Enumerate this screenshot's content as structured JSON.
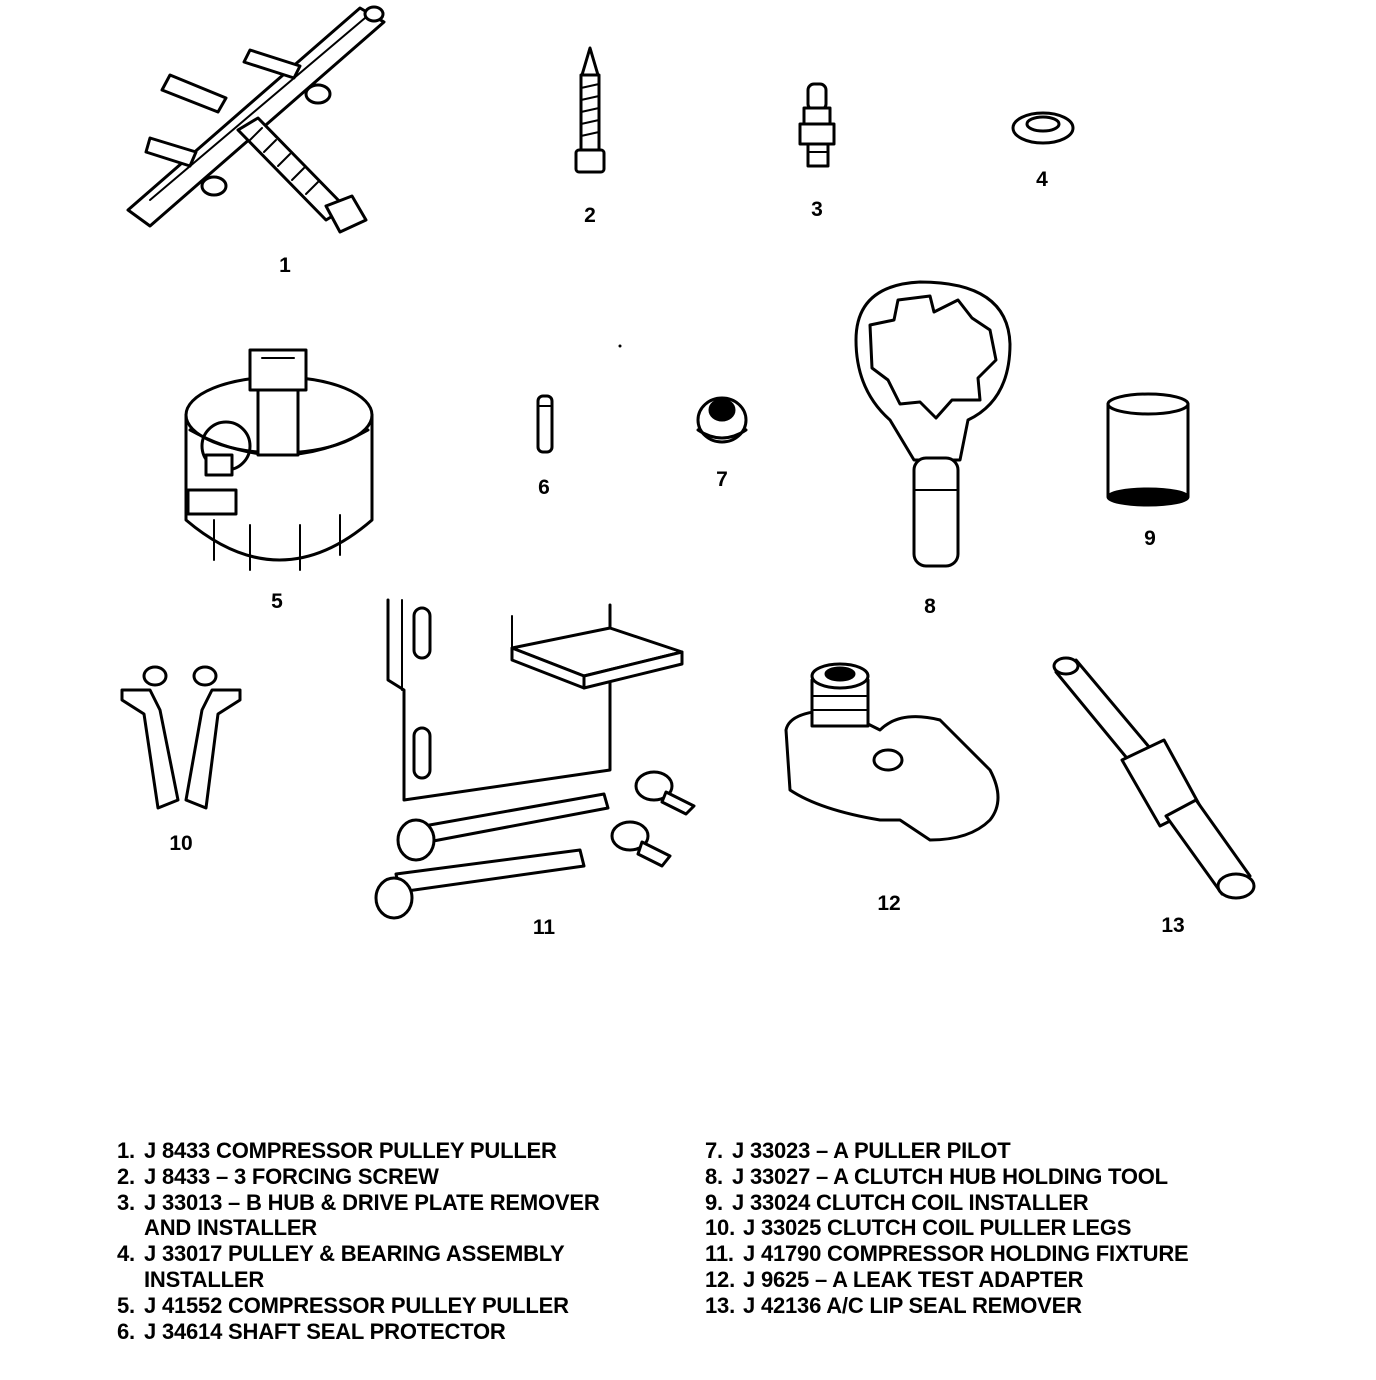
{
  "callouts": [
    "1",
    "2",
    "3",
    "4",
    "5",
    "6",
    "7",
    "8",
    "9",
    "10",
    "11",
    "12",
    "13"
  ],
  "legend": {
    "left": [
      {
        "num": "1.",
        "text": "J 8433 COMPRESSOR PULLEY PULLER"
      },
      {
        "num": "2.",
        "text": "J 8433 – 3 FORCING SCREW"
      },
      {
        "num": "3.",
        "text": "J 33013 – B HUB & DRIVE PLATE REMOVER",
        "cont": "AND INSTALLER"
      },
      {
        "num": "4.",
        "text": "J 33017 PULLEY & BEARING ASSEMBLY",
        "cont": "INSTALLER"
      },
      {
        "num": "5.",
        "text": "J 41552 COMPRESSOR PULLEY PULLER"
      },
      {
        "num": "6.",
        "text": "J 34614 SHAFT SEAL PROTECTOR"
      }
    ],
    "right": [
      {
        "num": "7.",
        "text": "J 33023 – A PULLER PILOT"
      },
      {
        "num": "8.",
        "text": "J 33027 – A CLUTCH HUB HOLDING TOOL"
      },
      {
        "num": "9.",
        "text": "J 33024 CLUTCH COIL INSTALLER"
      },
      {
        "num": "10.",
        "text": "J 33025 CLUTCH COIL PULLER LEGS"
      },
      {
        "num": "11.",
        "text": "J 41790 COMPRESSOR HOLDING FIXTURE"
      },
      {
        "num": "12.",
        "text": "J 9625 – A LEAK TEST ADAPTER"
      },
      {
        "num": "13.",
        "text": "J 42136 A/C LIP SEAL REMOVER"
      }
    ]
  }
}
